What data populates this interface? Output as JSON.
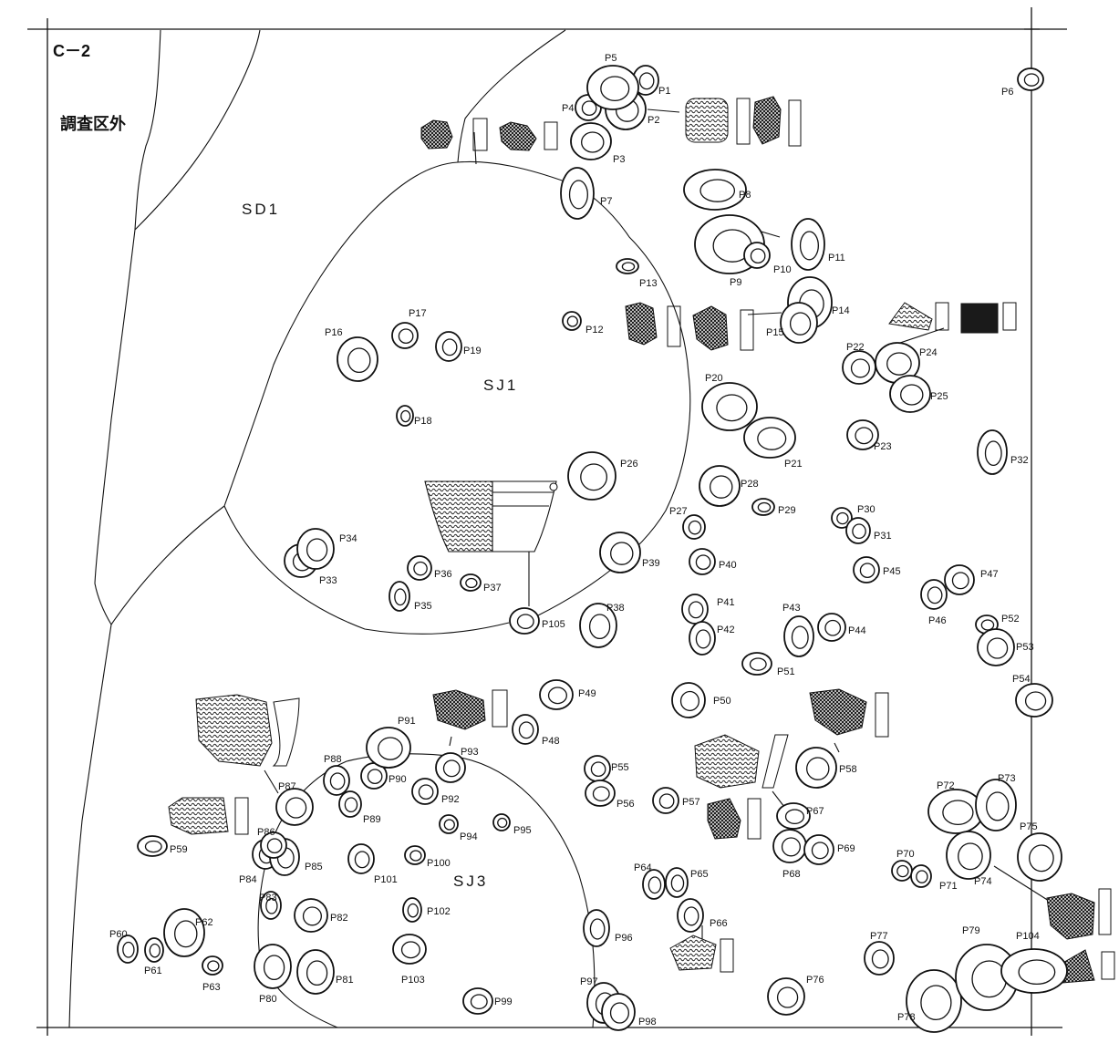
{
  "sheet": {
    "grid_label": "C－2",
    "outside_label": "調査区外"
  },
  "features": {
    "sd1": "SD1",
    "sj1": "SJ1",
    "sj3": "SJ3"
  },
  "pits": [
    {
      "id": "P1",
      "label": "P1"
    },
    {
      "id": "P2",
      "label": "P2"
    },
    {
      "id": "P3",
      "label": "P3"
    },
    {
      "id": "P4",
      "label": "P4"
    },
    {
      "id": "P5",
      "label": "P5"
    },
    {
      "id": "P6",
      "label": "P6"
    },
    {
      "id": "P7",
      "label": "P7"
    },
    {
      "id": "P8",
      "label": "P8"
    },
    {
      "id": "P9",
      "label": "P9"
    },
    {
      "id": "P10",
      "label": "P10"
    },
    {
      "id": "P11",
      "label": "P11"
    },
    {
      "id": "P12",
      "label": "P12"
    },
    {
      "id": "P13",
      "label": "P13"
    },
    {
      "id": "P14",
      "label": "P14"
    },
    {
      "id": "P15",
      "label": "P15"
    },
    {
      "id": "P16",
      "label": "P16"
    },
    {
      "id": "P17",
      "label": "P17"
    },
    {
      "id": "P18",
      "label": "P18"
    },
    {
      "id": "P19",
      "label": "P19"
    },
    {
      "id": "P20",
      "label": "P20"
    },
    {
      "id": "P21",
      "label": "P21"
    },
    {
      "id": "P22",
      "label": "P22"
    },
    {
      "id": "P23",
      "label": "P23"
    },
    {
      "id": "P24",
      "label": "P24"
    },
    {
      "id": "P25",
      "label": "P25"
    },
    {
      "id": "P26",
      "label": "P26"
    },
    {
      "id": "P27",
      "label": "P27"
    },
    {
      "id": "P28",
      "label": "P28"
    },
    {
      "id": "P29",
      "label": "P29"
    },
    {
      "id": "P30",
      "label": "P30"
    },
    {
      "id": "P31",
      "label": "P31"
    },
    {
      "id": "P32",
      "label": "P32"
    },
    {
      "id": "P33",
      "label": "P33"
    },
    {
      "id": "P34",
      "label": "P34"
    },
    {
      "id": "P35",
      "label": "P35"
    },
    {
      "id": "P36",
      "label": "P36"
    },
    {
      "id": "P37",
      "label": "P37"
    },
    {
      "id": "P38",
      "label": "P38"
    },
    {
      "id": "P39",
      "label": "P39"
    },
    {
      "id": "P40",
      "label": "P40"
    },
    {
      "id": "P41",
      "label": "P41"
    },
    {
      "id": "P42",
      "label": "P42"
    },
    {
      "id": "P43",
      "label": "P43"
    },
    {
      "id": "P44",
      "label": "P44"
    },
    {
      "id": "P45",
      "label": "P45"
    },
    {
      "id": "P46",
      "label": "P46"
    },
    {
      "id": "P47",
      "label": "P47"
    },
    {
      "id": "P48",
      "label": "P48"
    },
    {
      "id": "P49",
      "label": "P49"
    },
    {
      "id": "P50",
      "label": "P50"
    },
    {
      "id": "P51",
      "label": "P51"
    },
    {
      "id": "P52",
      "label": "P52"
    },
    {
      "id": "P53",
      "label": "P53"
    },
    {
      "id": "P54",
      "label": "P54"
    },
    {
      "id": "P55",
      "label": "P55"
    },
    {
      "id": "P56",
      "label": "P56"
    },
    {
      "id": "P57",
      "label": "P57"
    },
    {
      "id": "P58",
      "label": "P58"
    },
    {
      "id": "P59",
      "label": "P59"
    },
    {
      "id": "P60",
      "label": "P60"
    },
    {
      "id": "P61",
      "label": "P61"
    },
    {
      "id": "P62",
      "label": "P62"
    },
    {
      "id": "P63",
      "label": "P63"
    },
    {
      "id": "P64",
      "label": "P64"
    },
    {
      "id": "P65",
      "label": "P65"
    },
    {
      "id": "P66",
      "label": "P66"
    },
    {
      "id": "P67",
      "label": "P67"
    },
    {
      "id": "P68",
      "label": "P68"
    },
    {
      "id": "P69",
      "label": "P69"
    },
    {
      "id": "P70",
      "label": "P70"
    },
    {
      "id": "P71",
      "label": "P71"
    },
    {
      "id": "P72",
      "label": "P72"
    },
    {
      "id": "P73",
      "label": "P73"
    },
    {
      "id": "P74",
      "label": "P74"
    },
    {
      "id": "P75",
      "label": "P75"
    },
    {
      "id": "P76",
      "label": "P76"
    },
    {
      "id": "P77",
      "label": "P77"
    },
    {
      "id": "P78",
      "label": "P78"
    },
    {
      "id": "P79",
      "label": "P79"
    },
    {
      "id": "P80",
      "label": "P80"
    },
    {
      "id": "P81",
      "label": "P81"
    },
    {
      "id": "P82",
      "label": "P82"
    },
    {
      "id": "P83",
      "label": "P83"
    },
    {
      "id": "P84",
      "label": "P84"
    },
    {
      "id": "P85",
      "label": "P85"
    },
    {
      "id": "P86",
      "label": "P86"
    },
    {
      "id": "P87",
      "label": "P87"
    },
    {
      "id": "P88",
      "label": "P88"
    },
    {
      "id": "P89",
      "label": "P89"
    },
    {
      "id": "P90",
      "label": "P90"
    },
    {
      "id": "P91",
      "label": "P91"
    },
    {
      "id": "P92",
      "label": "P92"
    },
    {
      "id": "P93",
      "label": "P93"
    },
    {
      "id": "P94",
      "label": "P94"
    },
    {
      "id": "P95",
      "label": "P95"
    },
    {
      "id": "P96",
      "label": "P96"
    },
    {
      "id": "P97",
      "label": "P97"
    },
    {
      "id": "P98",
      "label": "P98"
    },
    {
      "id": "P99",
      "label": "P99"
    },
    {
      "id": "P100",
      "label": "P100"
    },
    {
      "id": "P101",
      "label": "P101"
    },
    {
      "id": "P102",
      "label": "P102"
    },
    {
      "id": "P103",
      "label": "P103"
    },
    {
      "id": "P104",
      "label": "P104"
    },
    {
      "id": "P105",
      "label": "P105"
    }
  ]
}
